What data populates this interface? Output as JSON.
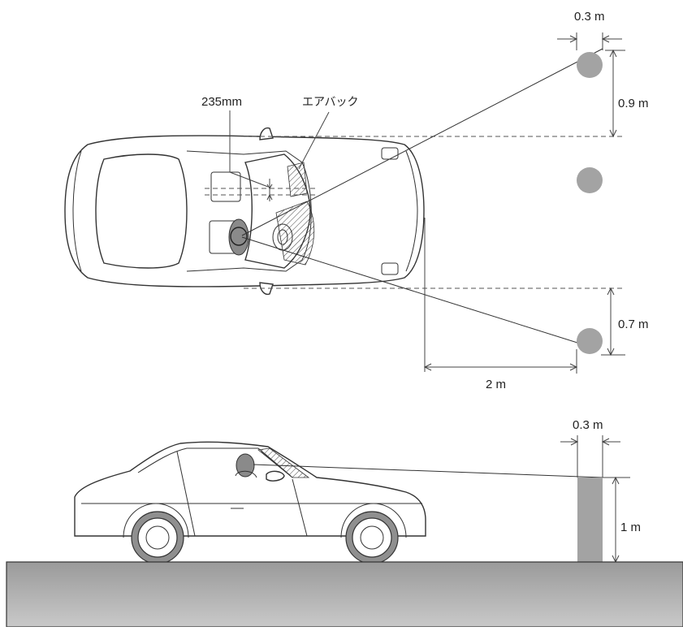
{
  "labels": {
    "airbag": "エアバック",
    "seat_offset": "235mm",
    "top_marker_width": "0.3 m",
    "top_marker_offset": "0.9 m",
    "bottom_marker_offset": "0.7 m",
    "forward_distance": "2 m",
    "side_marker_width": "0.3 m",
    "side_marker_height": "1 m"
  },
  "colors": {
    "marker": "#a3a3a3",
    "ground_top": "#9a9a9a",
    "ground_bottom": "#c9c9c9",
    "line": "#333333"
  }
}
